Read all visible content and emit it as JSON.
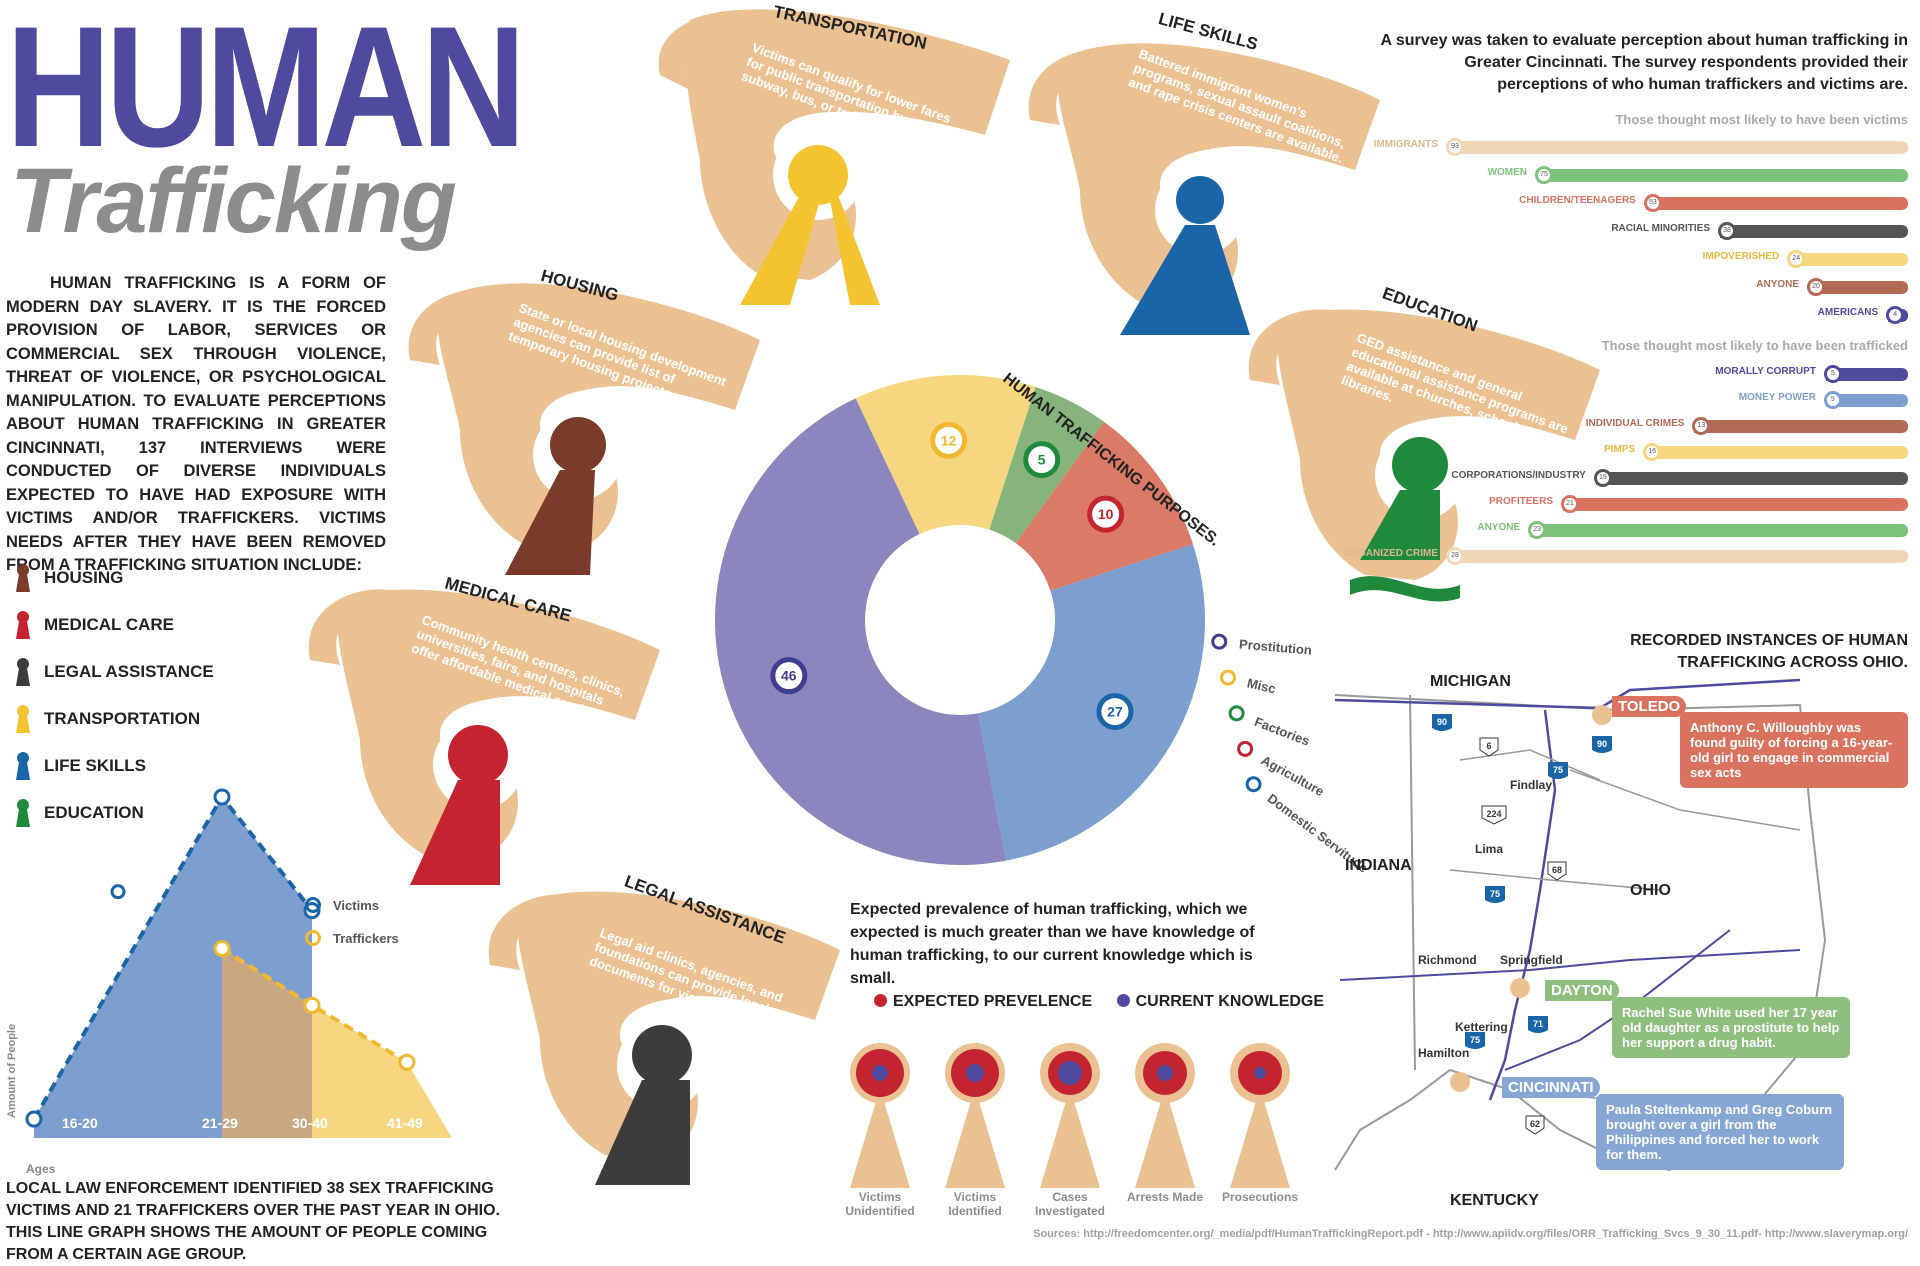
{
  "header": {
    "title_main": "HUMAN",
    "title_sub": "Trafficking"
  },
  "intro": "Human trafficking is a form of modern day slavery. It is the forced provision of labor, services or commercial sex through violence, threat of violence, or psychological manipulation. To evaluate perceptions about human trafficking in Greater Cincinnati, 137 interviews were conducted of diverse individuals expected to have had exposure with victims and/or traffickers. Victims needs after they have been removed from a trafficking situation include:",
  "needs": [
    {
      "label": "HOUSING",
      "color": "#7a3b2a"
    },
    {
      "label": "MEDICAL CARE",
      "color": "#c32430"
    },
    {
      "label": "LEGAL ASSISTANCE",
      "color": "#3c3c3c"
    },
    {
      "label": "TRANSPORTATION",
      "color": "#f4c430"
    },
    {
      "label": "LIFE SKILLS",
      "color": "#1a64a8"
    },
    {
      "label": "EDUCATION",
      "color": "#1f8a3c"
    }
  ],
  "services": {
    "transportation": {
      "label": "TRANSPORTATION",
      "desc": "Victims can qualify for lower fares for public transportation by subway, bus, or train."
    },
    "life_skills": {
      "label": "LIFE SKILLS",
      "desc": "Battered immigrant women's programs, sexual assault coalitions, and rape crisis centers are available."
    },
    "housing": {
      "label": "HOUSING",
      "desc": "State or local housing development agencies can provide list of temporary housing projects."
    },
    "education": {
      "label": "EDUCATION",
      "desc": "GED assistance and general educational assistance programs are available at churches, schools, and libraries."
    },
    "medical": {
      "label": "MEDICAL CARE",
      "desc": "Community health centers, clinics, universities, fairs, and hospitals offer affordable medical services."
    },
    "legal": {
      "label": "LEGAL ASSISTANCE",
      "desc": "Legal aid clinics, agencies, and foundations can provide legal documents for victims."
    }
  },
  "survey": {
    "intro": "A survey was taken to evaluate perception about human trafficking in Greater Cincinnati. The survey respondents provided their perceptions of who human traffickers and victims are.",
    "victims_heading": "Those thought most likely to have been victims",
    "traffickers_heading": "Those thought most likely to have been trafficked"
  },
  "map": {
    "title": "RECORDED INSTANCES OF HUMAN TRAFFICKING ACROSS OHIO.",
    "states": {
      "michigan": "MICHIGAN",
      "indiana": "INDIANA",
      "ohio": "OHIO",
      "kentucky": "KENTUCKY"
    },
    "cities": {
      "findlay": "Findlay",
      "lima": "Lima",
      "richmond": "Richmond",
      "springfield": "Springfield",
      "kettering": "Kettering",
      "hamilton": "Hamilton"
    },
    "routes": {
      "i90a": "90",
      "i90b": "90",
      "r6": "6",
      "i75a": "75",
      "r224": "224",
      "r68": "68",
      "i75b": "75",
      "i75c": "75",
      "i71": "71",
      "r62": "62"
    },
    "cases": [
      {
        "city": "TOLEDO",
        "text": "Anthony C. Willoughby was found guilty of forcing a 16-year-old girl to engage in commercial sex acts",
        "color": "#d9735f"
      },
      {
        "city": "DAYTON",
        "text": "Rachel Sue White used her 17 year old daughter as a prostitute to help her support a drug habit.",
        "color": "#8fbf7f"
      },
      {
        "city": "CINCINNATI",
        "text": "Paula Steltenkamp and Greg Coburn brought over a girl from the Philippines and forced her to work for them.",
        "color": "#86a6d4"
      }
    ]
  },
  "prevalence": {
    "title": "Expected prevalence of human trafficking, which we expected is much greater than we have knowledge of human trafficking, to our current knowledge which is small.",
    "legend_expected": "EXPECTED PREVELENCE",
    "legend_current": "CURRENT KNOWLEDGE",
    "stages": [
      {
        "label": "Victims Unidentified"
      },
      {
        "label": "Victims Identified"
      },
      {
        "label": "Cases Investigated"
      },
      {
        "label": "Arrests Made"
      },
      {
        "label": "Prosecutions"
      }
    ]
  },
  "bottom_text": "Local law enforcement identified 38 sex trafficking victims and 21 traffickers over the past year in Ohio. This line graph shows the amount of people coming from a certain age group.",
  "sources": "Sources: http://freedomcenter.org/_media/pdf/HumanTraffickingReport.pdf - http://www.apiidv.org/files/ORR_Trafficking_Svcs_9_30_11.pdf- http://www.slaverymap.org/",
  "chart_data": [
    {
      "type": "pie",
      "title": "HUMAN TRAFFICKING PURPOSES.",
      "categories": [
        "Prostitution",
        "Misc",
        "Factories",
        "Agriculture",
        "Domestic Servitude"
      ],
      "values": [
        46,
        12,
        5,
        10,
        27
      ],
      "colors": [
        "#8b86bd",
        "#f6d67f",
        "#86b47c",
        "#db7a66",
        "#7d9fcf"
      ],
      "ring_colors": [
        "#3f3d8f",
        "#f2b830",
        "#1f8a3c",
        "#c32430",
        "#1a64a8"
      ]
    },
    {
      "type": "bar",
      "title": "Those thought most likely to have been victims",
      "categories": [
        "IMMIGRANTS",
        "WOMEN",
        "CHILDREN/TEENAGERS",
        "RACIAL MINORITIES",
        "IMPOVERISHED",
        "ANYONE",
        "AMERICANS"
      ],
      "values": [
        93,
        75,
        53,
        38,
        24,
        20,
        4
      ],
      "colors": [
        "#f1d7b8",
        "#7cc27a",
        "#d9735f",
        "#555555",
        "#f6d67f",
        "#b06a55",
        "#4e4a9e"
      ]
    },
    {
      "type": "bar",
      "title": "Those thought most likely to have been trafficked",
      "categories": [
        "MORALLY CORRUPT",
        "MONEY POWER",
        "INDIVIDUAL CRIMES",
        "PIMPS",
        "CORPORATIONS/INDUSTRY",
        "PROFITEERS",
        "ANYONE",
        "ORGANIZED CRIME"
      ],
      "values": [
        5,
        5,
        13,
        16,
        19,
        21,
        23,
        28
      ],
      "colors": [
        "#4e4a9e",
        "#7d9fcf",
        "#b06a55",
        "#f6d67f",
        "#555555",
        "#d9735f",
        "#7cc27a",
        "#f1d7b8"
      ]
    },
    {
      "type": "area",
      "categories": [
        "16-20",
        "21-29",
        "30-40",
        "41-49"
      ],
      "series": [
        {
          "name": "Victims",
          "values": [
            1,
            18,
            12,
            3
          ],
          "color": "#7d9fcf"
        },
        {
          "name": "Traffickers",
          "values": [
            null,
            10,
            7,
            4
          ],
          "color": "#f6d67f"
        }
      ],
      "xlabel": "Ages",
      "ylabel": "Amount of People"
    }
  ]
}
